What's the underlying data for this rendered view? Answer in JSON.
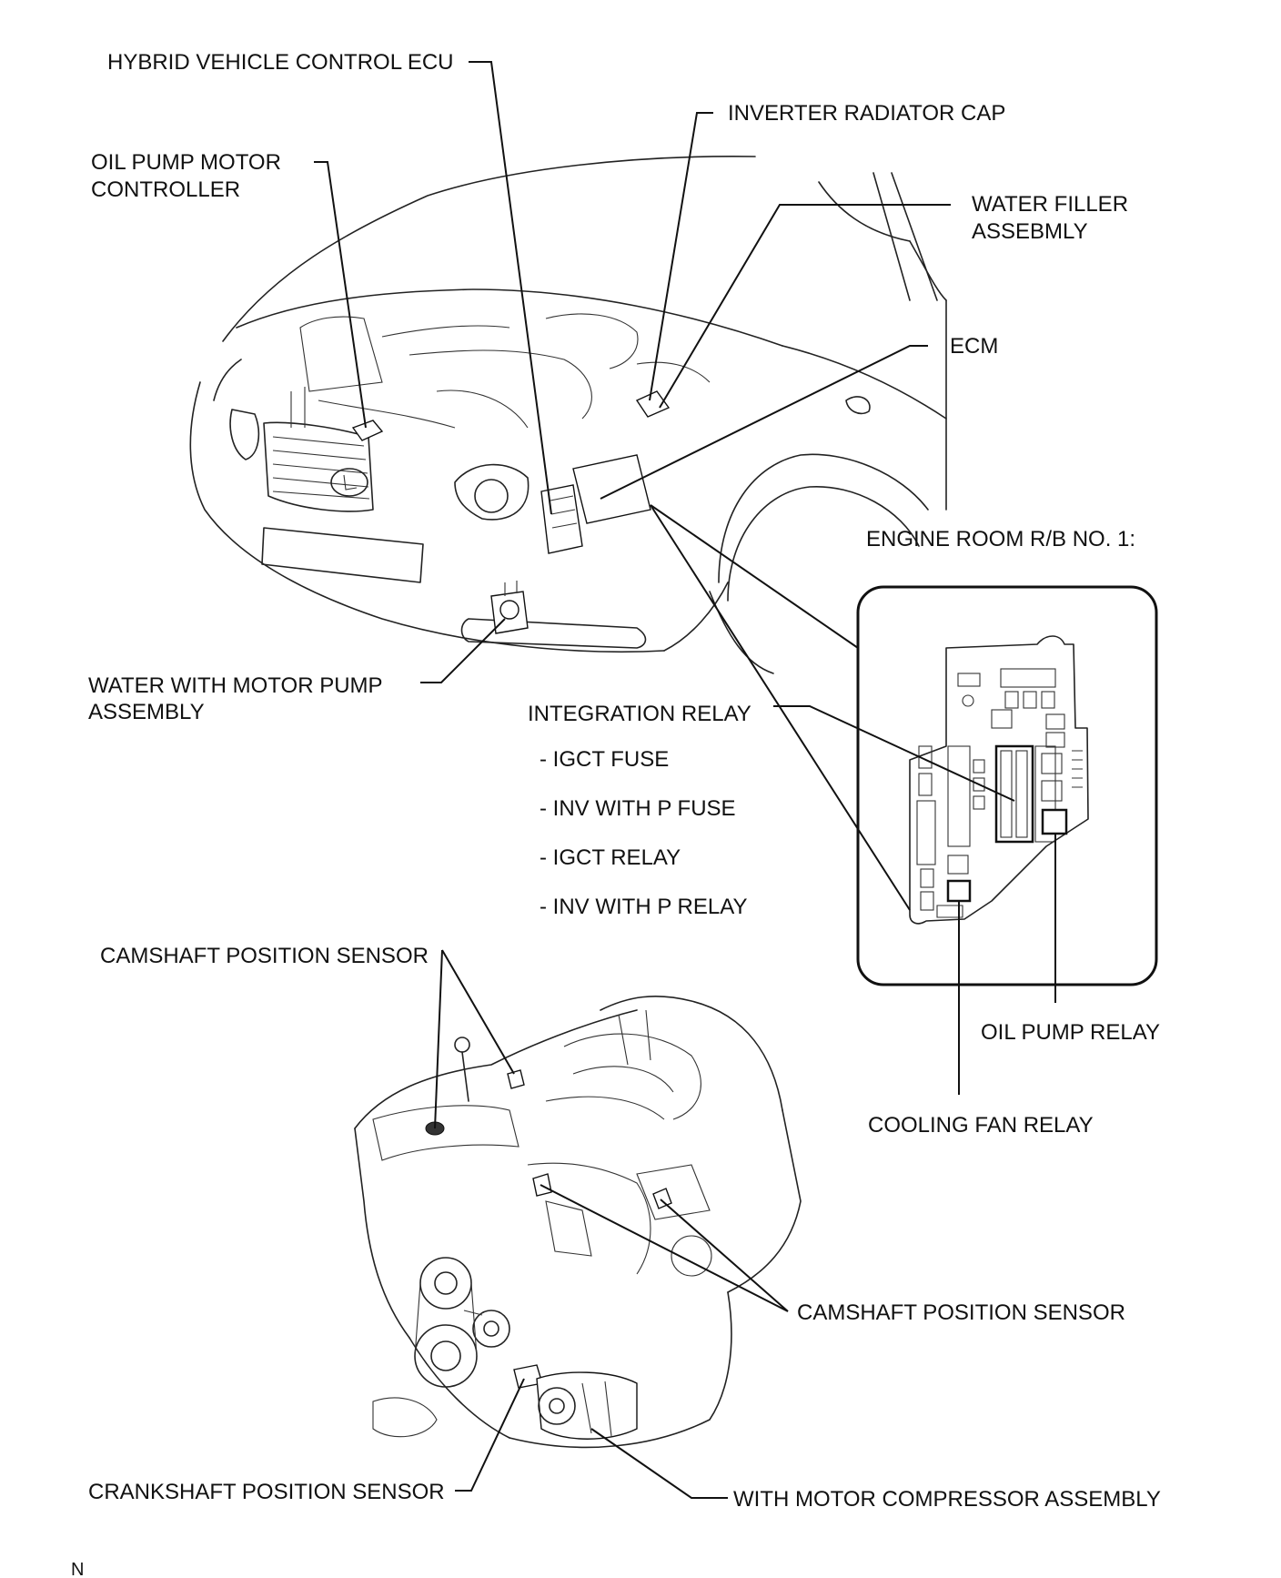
{
  "labels": {
    "hv_ecu": "HYBRID VEHICLE CONTROL ECU",
    "inverter_cap": "INVERTER RADIATOR CAP",
    "oil_pump_ctrl_1": "OIL PUMP MOTOR",
    "oil_pump_ctrl_2": "CONTROLLER",
    "water_filler_1": "WATER FILLER",
    "water_filler_2": "ASSEBMLY",
    "ecm": "ECM",
    "engine_room_rb": "ENGINE ROOM R/B NO. 1:",
    "water_pump_1": "WATER WITH MOTOR PUMP",
    "water_pump_2": "ASSEMBLY",
    "integration_relay": "INTEGRATION RELAY",
    "igct_fuse": "- IGCT FUSE",
    "inv_fuse": "- INV WITH P FUSE",
    "igct_relay": "- IGCT RELAY",
    "inv_relay": "- INV WITH P RELAY",
    "camshaft_top": "CAMSHAFT POSITION SENSOR",
    "oil_pump_relay": "OIL PUMP RELAY",
    "cooling_fan_relay": "COOLING FAN RELAY",
    "camshaft_right": "CAMSHAFT POSITION SENSOR",
    "crankshaft": "CRANKSHAFT POSITION SENSOR",
    "compressor": "WITH MOTOR COMPRESSOR ASSEMBLY",
    "figure_code": "N"
  }
}
